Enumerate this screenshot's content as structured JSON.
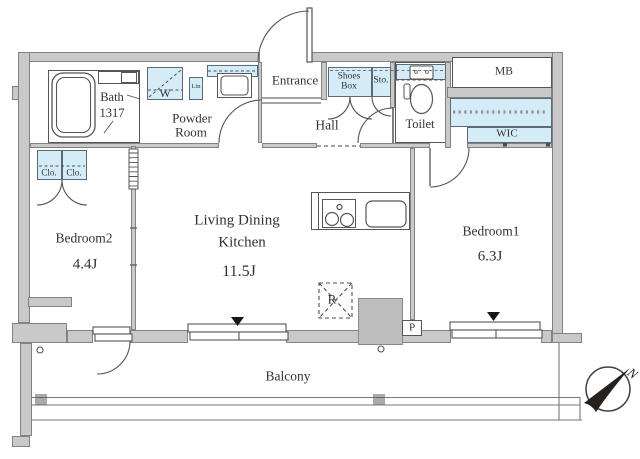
{
  "floorplan": {
    "rooms": {
      "entrance": "Entrance",
      "hall": "Hall",
      "powder_line1": "Powder",
      "powder_line2": "Room",
      "bath_line1": "Bath",
      "bath_line2": "1317",
      "toilet": "Toilet",
      "bedroom2_name": "Bedroom2",
      "bedroom2_size": "4.4J",
      "ldk_line1": "Living Dining",
      "ldk_line2": "Kitchen",
      "ldk_size": "11.5J",
      "bedroom1_name": "Bedroom1",
      "bedroom1_size": "6.3J",
      "balcony": "Balcony",
      "wic": "WIC",
      "mb": "MB"
    },
    "fixtures": {
      "washer": "W",
      "linen": "Lin",
      "shoes_line1": "Shoes",
      "shoes_line2": "Box",
      "storage": "Sto.",
      "closet_left": "Clo.",
      "closet_right": "Clo.",
      "refrigerator": "R",
      "pipe_space": "P"
    },
    "compass": {
      "north": "N"
    },
    "colors": {
      "wall": "#c9c9c9",
      "wall_edge": "#828282",
      "storage_fill": "#d4ecf7",
      "line": "#555555",
      "text": "#323232"
    }
  }
}
